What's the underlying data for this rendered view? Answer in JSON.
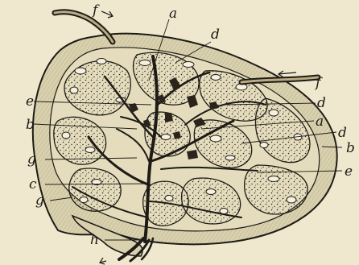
{
  "colors": {
    "background": "#efe8cf",
    "ink": "#1e1b16",
    "lobule_fill": "#e4dcbc",
    "capsule_fill": "#d9d0ad"
  },
  "labels": {
    "f_top": "f",
    "a_top": "a",
    "d_top": "d",
    "f_right": "f",
    "e_left": "e",
    "d_right1": "d",
    "b_left": "b",
    "a_right": "a",
    "d_right2": "d",
    "b_right": "b",
    "g_left": "g",
    "e_right": "e",
    "c_left": "c",
    "g_left2": "g",
    "h_bottom": "h"
  }
}
